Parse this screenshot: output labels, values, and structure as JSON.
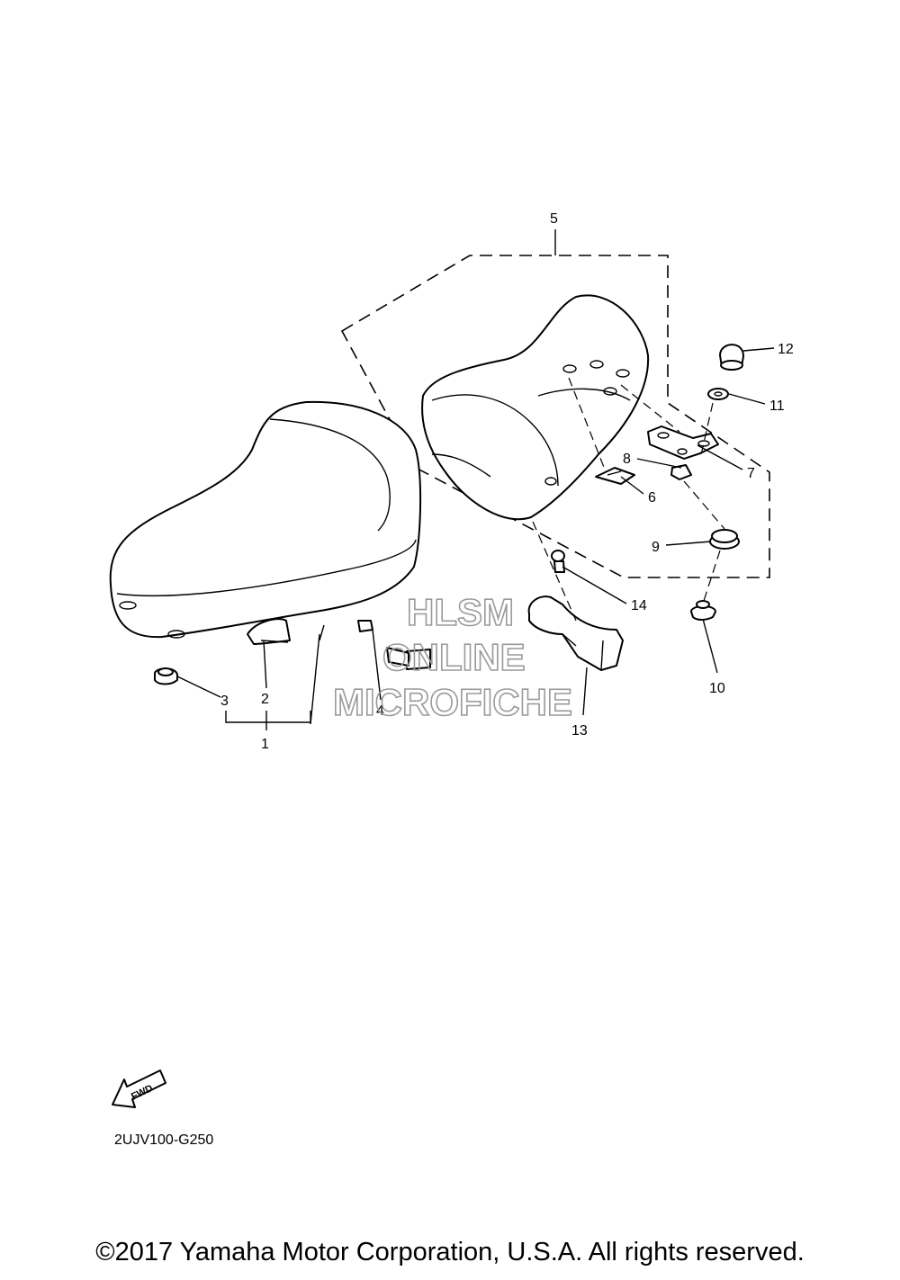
{
  "callouts": {
    "c1": "1",
    "c2": "2",
    "c3": "3",
    "c4": "4",
    "c5": "5",
    "c6": "6",
    "c7": "7",
    "c8": "8",
    "c9": "9",
    "c10": "10",
    "c11": "11",
    "c12": "12",
    "c13": "13",
    "c14": "14"
  },
  "watermark": {
    "line1": "HLSM",
    "line2": "ONLINE",
    "line3": "MICROFICHE"
  },
  "fwd_label": "FWD",
  "diagram_code": "2UJV100-G250",
  "copyright": "©2017 Yamaha Motor Corporation, U.S.A. All rights reserved."
}
